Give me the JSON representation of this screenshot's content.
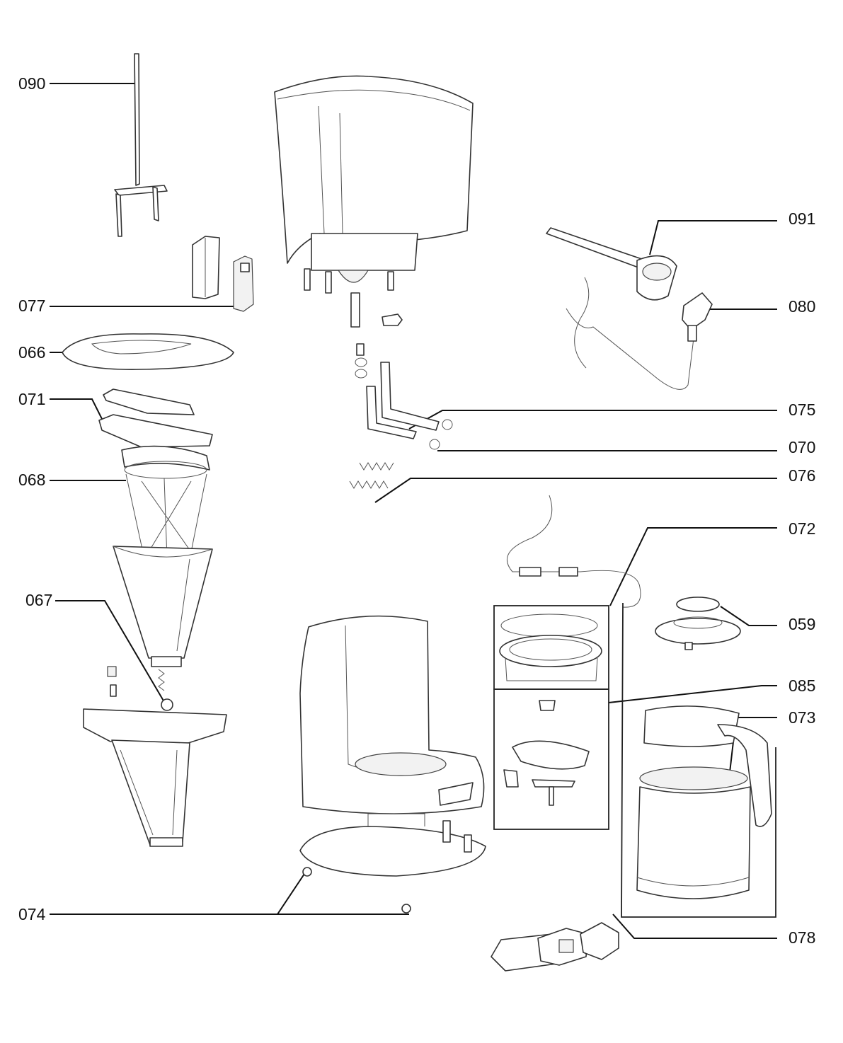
{
  "parts": [
    {
      "id": "p090",
      "label": "090",
      "name": "stirring-rod"
    },
    {
      "id": "p077",
      "label": "077",
      "name": "switch-module"
    },
    {
      "id": "p066",
      "label": "066",
      "name": "lid"
    },
    {
      "id": "p071",
      "label": "071",
      "name": "lid-hinge-arm"
    },
    {
      "id": "p068",
      "label": "068",
      "name": "filter-frame"
    },
    {
      "id": "p067",
      "label": "067",
      "name": "filter-cone-valve"
    },
    {
      "id": "p074",
      "label": "074",
      "name": "foot"
    },
    {
      "id": "p091",
      "label": "091",
      "name": "measuring-scoop"
    },
    {
      "id": "p080",
      "label": "080",
      "name": "power-cord-plug"
    },
    {
      "id": "p075",
      "label": "075",
      "name": "water-tube"
    },
    {
      "id": "p070",
      "label": "070",
      "name": "hose-clip"
    },
    {
      "id": "p076",
      "label": "076",
      "name": "spring"
    },
    {
      "id": "p072",
      "label": "072",
      "name": "heating-plate-set"
    },
    {
      "id": "p059",
      "label": "059",
      "name": "carafe-lid"
    },
    {
      "id": "p085",
      "label": "085",
      "name": "carafe-valve-set"
    },
    {
      "id": "p073",
      "label": "073",
      "name": "carafe"
    },
    {
      "id": "p078",
      "label": "078",
      "name": "control-board"
    }
  ],
  "colors": {
    "line": "#111111",
    "drawing": "#333333",
    "background": "#ffffff"
  }
}
